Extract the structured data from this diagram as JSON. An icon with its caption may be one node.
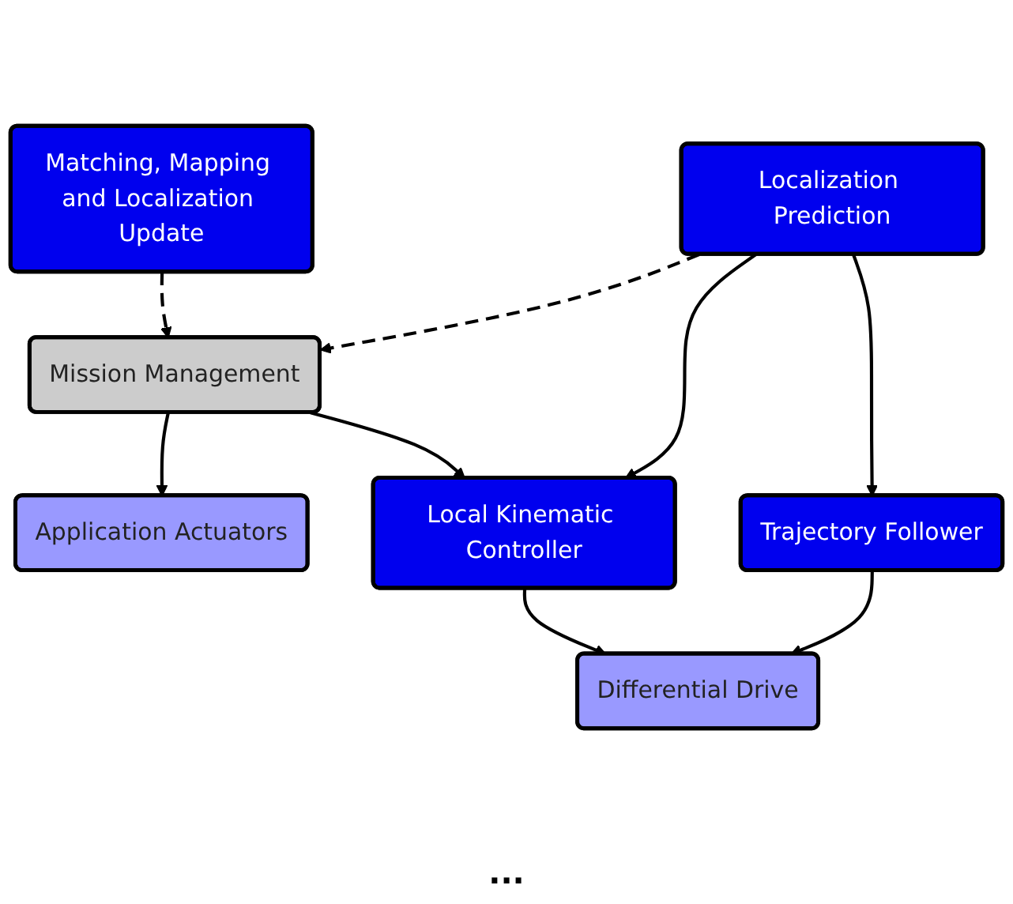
{
  "diagram": {
    "nodes": [
      {
        "text": [
          "Mission Management"
        ]
      },
      {
        "text": [
          "Matching, Mapping and Localization Update"
        ]
      },
      {
        "text": [
          "Localization Prediction"
        ]
      },
      {
        "text": [
          "Application Actuators"
        ]
      },
      {
        "text": [
          "Differential Drive"
        ]
      },
      {
        "text": [
          "Local Kinematic Controller"
        ]
      },
      {
        "text": [
          "Trajectory Follower"
        ]
      }
    ],
    "edges": [
      {
        "from": 1,
        "to": 0,
        "arrow": "to",
        "style": "dashed"
      },
      {
        "from": 2,
        "to": 0,
        "arrow": "to",
        "style": "dashed"
      },
      {
        "from": 0,
        "to": 3,
        "arrow": "to"
      },
      {
        "from": 0,
        "to": 5,
        "arrow": "to"
      },
      {
        "from": 2,
        "to": 5,
        "arrow": "to"
      },
      {
        "from": 2,
        "to": 6,
        "arrow": "to"
      },
      {
        "from": 5,
        "to": 4,
        "arrow": "to"
      },
      {
        "from": 6,
        "to": 4,
        "arrow": "to"
      }
    ],
    "labels": [
      "..."
    ]
  }
}
